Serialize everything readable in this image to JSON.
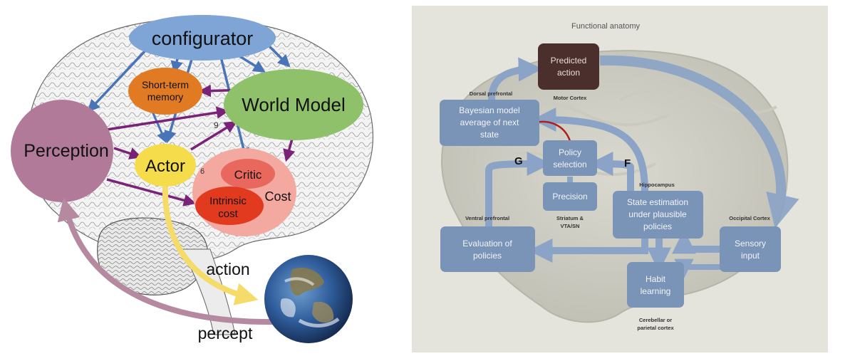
{
  "left": {
    "configurator": "configurator",
    "short_term_memory": [
      "Short-term",
      "memory"
    ],
    "world_model": "World Model",
    "perception": "Perception",
    "actor": "Actor",
    "critic": "Critic",
    "intrinsic_cost": [
      "Intrinsic",
      "cost"
    ],
    "cost": "Cost",
    "action": "action",
    "percept": "percept",
    "stray_digits": [
      "9",
      "6"
    ]
  },
  "right": {
    "title": "Functional anatomy",
    "predicted_action": [
      "Predicted",
      "action"
    ],
    "motor_cortex": "Motor Cortex",
    "dorsal_prefrontal": "Dorsal prefrontal",
    "bayesian": [
      "Bayesian model",
      "average of next",
      "state"
    ],
    "policy_selection": [
      "Policy",
      "selection"
    ],
    "precision": "Precision",
    "striatum": [
      "Striatum  &",
      "VTA/SN"
    ],
    "hippocampus": "Hippocampus",
    "state_estimation": [
      "State estimation",
      "under plausible",
      "policies"
    ],
    "ventral_prefrontal": "Ventral prefrontal",
    "occipital_cortex": "Occipital Cortex",
    "evaluation": [
      "Evaluation of",
      "policies"
    ],
    "sensory_input": [
      "Sensory",
      "input"
    ],
    "habit_learning": [
      "Habit",
      "learning"
    ],
    "cerebellar": [
      "Cerebellar or",
      "parietal cortex"
    ],
    "G": "G",
    "F": "F"
  },
  "colors": {
    "configurator": "#7fa4d6",
    "short_term_memory": "#e07b24",
    "world_model": "#8fc06a",
    "perception": "#b07a98",
    "actor": "#f5dc4a",
    "cost_outer": "#f3a9a0",
    "critic": "#e9685e",
    "intrinsic_cost": "#e23a1e",
    "blue_arrow": "#4a74b8",
    "purple_arrow": "#7a2277",
    "yellow_arrow": "#f5dc6a",
    "mauve_arrow": "#b58aa0",
    "box_blue": "#7a94b8",
    "predicted_box": "#4a2f2c",
    "panel_bg": "#e4e4dc"
  }
}
